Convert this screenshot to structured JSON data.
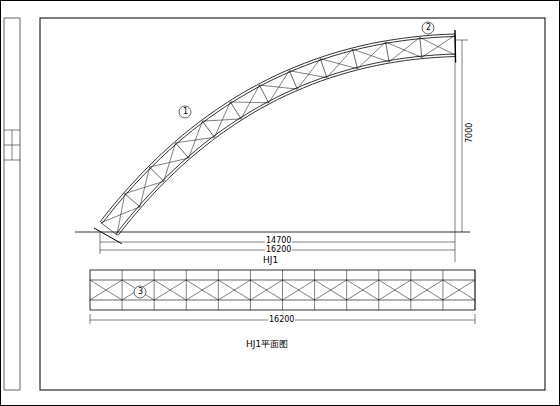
{
  "diagram": {
    "labels": [
      "HJ1",
      "HJ1平面图",
      "14700",
      "16200",
      "7000",
      "16200",
      "1",
      "2",
      "3"
    ]
  }
}
